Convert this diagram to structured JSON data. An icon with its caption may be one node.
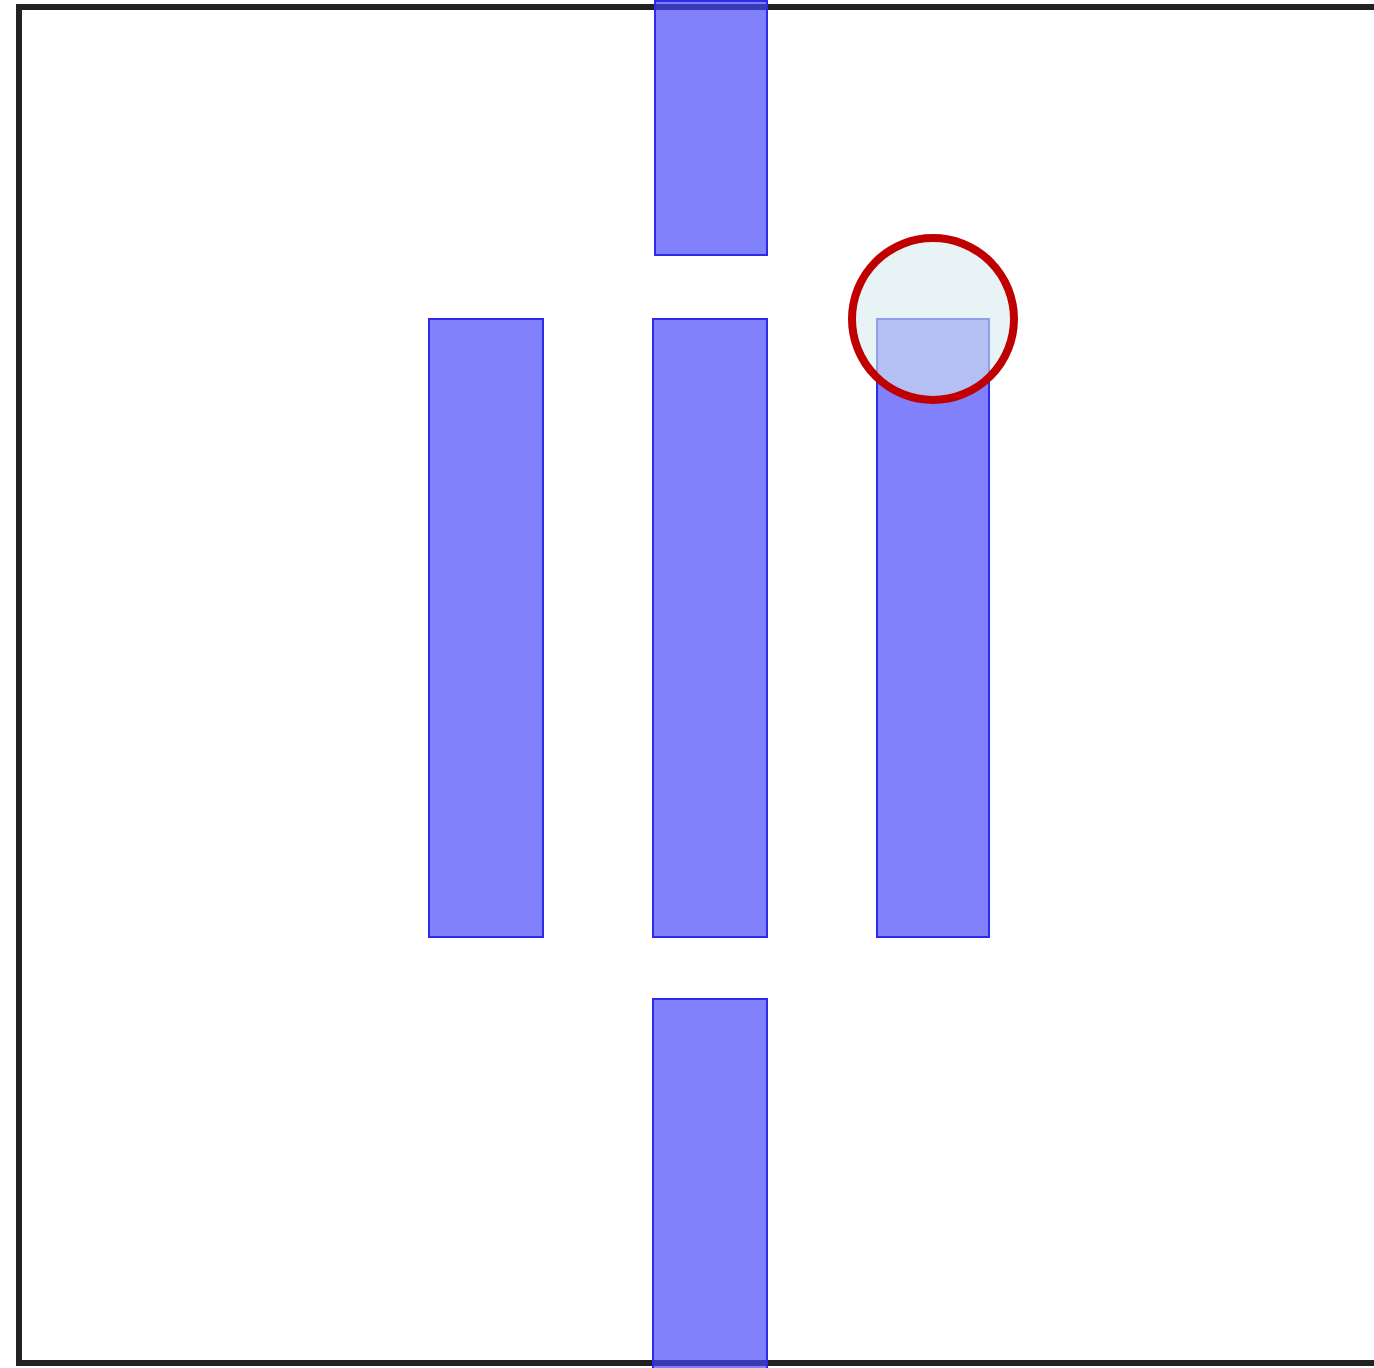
{
  "diagram": {
    "nodes": [
      {
        "text": [],
        "shape": "bar"
      },
      {
        "text": [],
        "shape": "bar"
      },
      {
        "text": [],
        "shape": "bar"
      },
      {
        "text": [],
        "shape": "bar"
      },
      {
        "text": [],
        "shape": "circle"
      },
      {
        "text": [],
        "shape": "bar"
      }
    ]
  }
}
